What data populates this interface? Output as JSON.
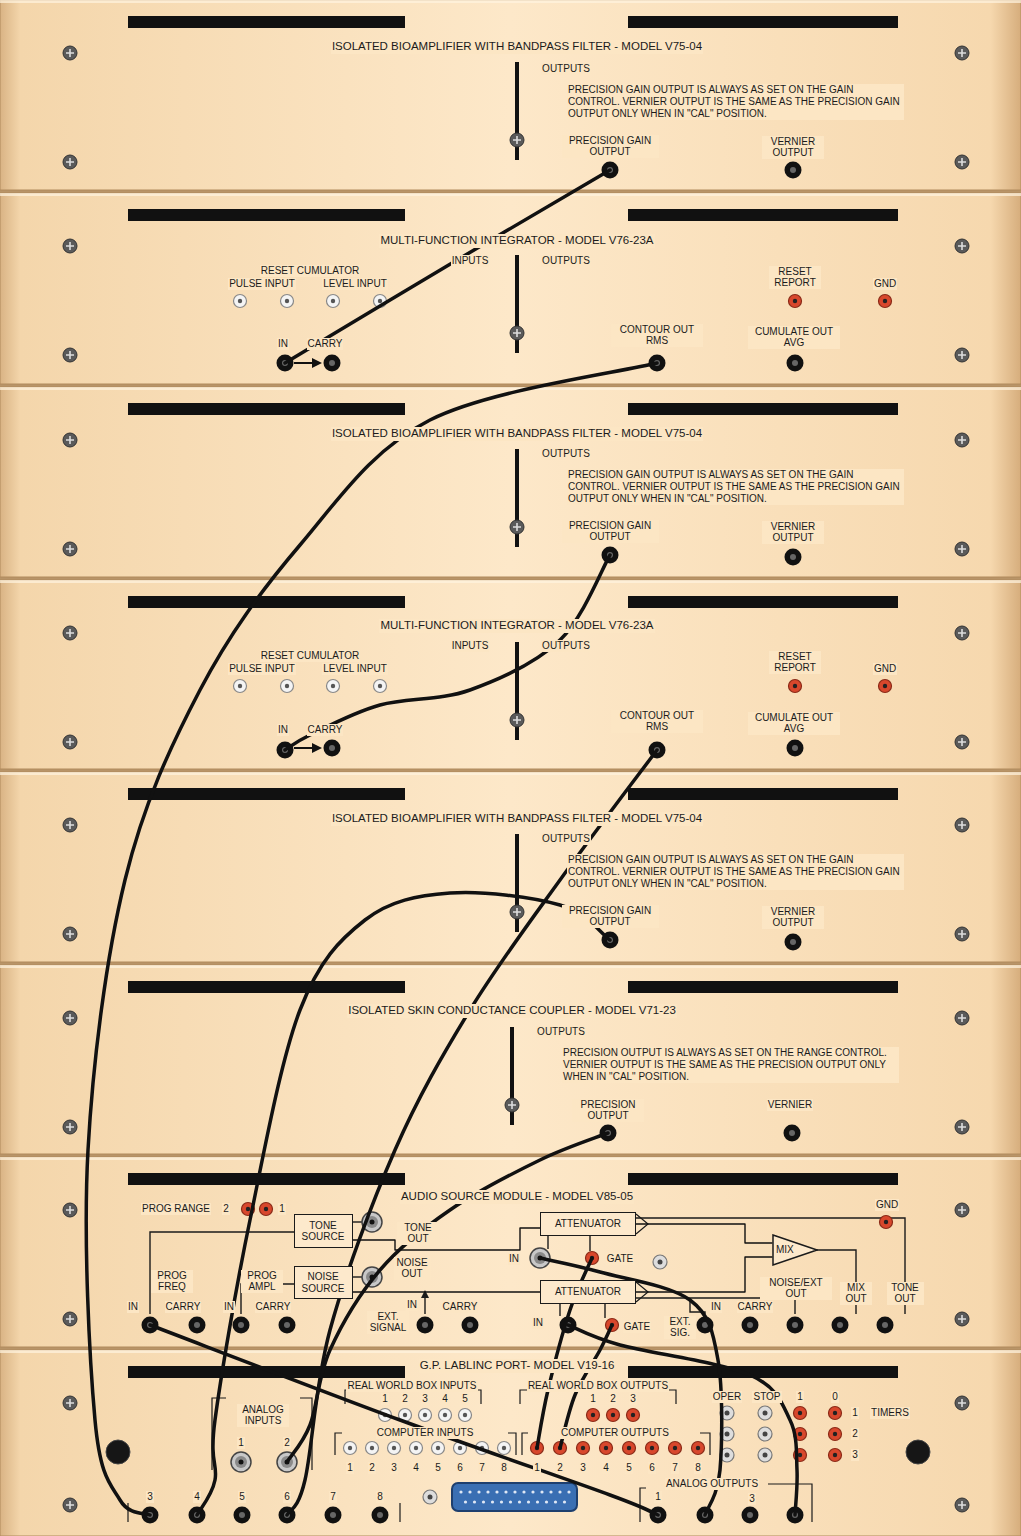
{
  "diagram": {
    "nodes": [
      {
        "text": [
          "ISOLATED BIOAMPLIFIER WITH BANDPASS FILTER - MODEL V75-04"
        ]
      },
      {
        "text": [
          "PRECISION GAIN OUTPUT"
        ],
        "in": 0
      },
      {
        "text": [
          "MULTI-FUNCTION INTEGRATOR - MODEL V76-23A"
        ]
      },
      {
        "text": [
          "IN"
        ],
        "in": 2
      },
      {
        "text": [
          "CONTOUR OUT RMS"
        ],
        "in": 2
      },
      {
        "text": [
          "ISOLATED BIOAMPLIFIER WITH BANDPASS FILTER - MODEL V75-04"
        ]
      },
      {
        "text": [
          "PRECISION GAIN OUTPUT"
        ],
        "in": 5
      },
      {
        "text": [
          "MULTI-FUNCTION INTEGRATOR - MODEL V76-23A"
        ]
      },
      {
        "text": [
          "IN"
        ],
        "in": 7
      },
      {
        "text": [
          "CONTOUR OUT RMS"
        ],
        "in": 7
      },
      {
        "text": [
          "ISOLATED BIOAMPLIFIER WITH BANDPASS FILTER - MODEL V75-04"
        ]
      },
      {
        "text": [
          "PRECISION GAIN OUTPUT"
        ],
        "in": 10
      },
      {
        "text": [
          "ISOLATED SKIN CONDUCTANCE COUPLER - MODEL V71-23"
        ]
      },
      {
        "text": [
          "PRECISION OUTPUT"
        ],
        "in": 12
      },
      {
        "text": [
          "AUDIO SOURCE MODULE - MODEL V85-05"
        ]
      },
      {
        "text": [
          "TONE SOURCE"
        ],
        "in": 14
      },
      {
        "text": [
          "NOISE SOURCE"
        ],
        "in": 14
      },
      {
        "text": [
          "ATTENUATOR"
        ],
        "in": 14
      },
      {
        "text": [
          "ATTENUATOR"
        ],
        "in": 14
      },
      {
        "text": [
          "MIX"
        ],
        "in": 14
      },
      {
        "text": [
          "IN"
        ],
        "in": 14
      },
      {
        "text": [
          "IN"
        ],
        "in": 14
      },
      {
        "text": [
          "GATE"
        ],
        "in": 14
      },
      {
        "text": [
          "IN"
        ],
        "in": 14
      },
      {
        "text": [
          "GATE"
        ],
        "in": 14
      },
      {
        "text": [
          "G.P. LABLINC PORT- MODEL V19-16"
        ]
      },
      {
        "text": [
          "2"
        ],
        "in": 25
      },
      {
        "text": [
          "3"
        ],
        "in": 25
      },
      {
        "text": [
          "4"
        ],
        "in": 25
      },
      {
        "text": [
          "6"
        ],
        "in": 25
      },
      {
        "text": [
          "1"
        ],
        "in": 25
      },
      {
        "text": [
          "2"
        ],
        "in": 25
      },
      {
        "text": [
          "1"
        ],
        "in": 25
      },
      {
        "text": [
          "ANALOG OUTPUTS"
        ],
        "in": 25
      },
      {
        "text": [
          "3"
        ],
        "in": 25
      }
    ],
    "edges": [
      {
        "from": 1,
        "to": 3,
        "arrow": "none"
      },
      {
        "from": 4,
        "to": 27,
        "arrow": "none"
      },
      {
        "from": 6,
        "to": 8,
        "arrow": "none"
      },
      {
        "from": 9,
        "to": 29,
        "arrow": "none"
      },
      {
        "from": 11,
        "to": 28,
        "arrow": "none"
      },
      {
        "from": 13,
        "to": 26,
        "arrow": "none"
      },
      {
        "from": 20,
        "to": 32,
        "arrow": "none"
      },
      {
        "from": 21,
        "to": 33,
        "arrow": "none"
      },
      {
        "from": 23,
        "to": 34,
        "arrow": "none"
      },
      {
        "from": 30,
        "to": 22,
        "arrow": "none"
      },
      {
        "from": 31,
        "to": 24,
        "arrow": "none"
      },
      {
        "from": 15,
        "to": 17,
        "arrow": "none"
      },
      {
        "from": 16,
        "to": 18,
        "arrow": "none"
      },
      {
        "from": 17,
        "to": 19,
        "arrow": "none"
      },
      {
        "from": 18,
        "to": 19,
        "arrow": "none"
      }
    ],
    "labels": [
      "OUTPUTS",
      "PRECISION GAIN OUTPUT IS ALWAYS AS SET ON THE GAIN CONTROL. VERNIER OUTPUT IS THE SAME AS THE PRECISION GAIN OUTPUT ONLY WHEN IN \"CAL\" POSITION.",
      "VERNIER OUTPUT",
      "RESET CUMULATOR",
      "PULSE INPUT",
      "LEVEL INPUT",
      "INPUTS",
      "OUTPUTS",
      "RESET REPORT",
      "GND",
      "CARRY",
      "CUMULATE OUT AVG",
      "OUTPUTS",
      "PRECISION GAIN OUTPUT IS ALWAYS AS SET ON THE GAIN CONTROL. VERNIER OUTPUT IS THE SAME AS THE PRECISION GAIN OUTPUT ONLY WHEN IN \"CAL\" POSITION.",
      "VERNIER OUTPUT",
      "RESET CUMULATOR",
      "PULSE INPUT",
      "LEVEL INPUT",
      "INPUTS",
      "OUTPUTS",
      "RESET REPORT",
      "GND",
      "CARRY",
      "CUMULATE OUT AVG",
      "OUTPUTS",
      "PRECISION GAIN OUTPUT IS ALWAYS AS SET ON THE GAIN CONTROL. VERNIER OUTPUT IS THE SAME AS THE PRECISION GAIN OUTPUT ONLY WHEN IN \"CAL\" POSITION.",
      "VERNIER OUTPUT",
      "OUTPUTS",
      "PRECISION OUTPUT IS ALWAYS AS SET ON THE RANGE CONTROL. VERNIER OUTPUT IS THE SAME AS THE PRECISION OUTPUT ONLY WHEN IN \"CAL\" POSITION.",
      "VERNIER",
      "PROG RANGE",
      "2",
      "1",
      "TONE OUT",
      "NOISE OUT",
      "PROG FREQ",
      "PROG AMPL",
      "CARRY",
      "IN",
      "CARRY",
      "EXT. SIGNAL",
      "IN",
      "CARRY",
      "EXT. SIG.",
      "IN",
      "CARRY",
      "NOISE/EXT OUT",
      "MIX OUT",
      "TONE OUT",
      "GND",
      "REAL WORLD BOX INPUTS",
      "1",
      "2",
      "3",
      "4",
      "5",
      "REAL WORLD BOX OUTPUTS",
      "1",
      "2",
      "3",
      "COMPUTER INPUTS",
      "1",
      "2",
      "3",
      "4",
      "5",
      "6",
      "7",
      "8",
      "COMPUTER OUTPUTS",
      "3",
      "4",
      "5",
      "6",
      "7",
      "8",
      "OPER",
      "STOP",
      "1",
      "0",
      "1",
      "2",
      "3",
      "TIMERS",
      "ANALOG INPUTS",
      "1",
      "5",
      "7",
      "8"
    ]
  }
}
